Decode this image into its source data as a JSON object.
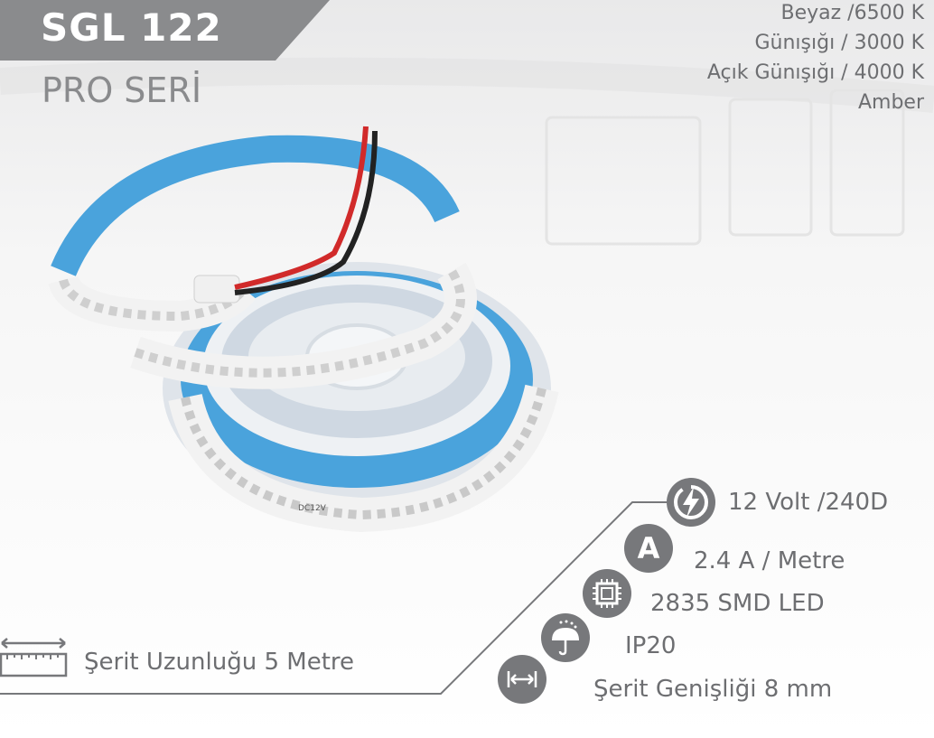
{
  "header": {
    "title": "SGL 122",
    "subtitle": "PRO SERİ"
  },
  "color_options": [
    "Beyaz /6500 K",
    "Günışığı  / 3000 K",
    "Açık Günışığı / 4000 K",
    "Amber"
  ],
  "specs": [
    {
      "icon": "lightning-icon",
      "label": "12 Volt /240D"
    },
    {
      "icon": "ampere-icon",
      "label": "2.4 A / Metre"
    },
    {
      "icon": "chip-icon",
      "label": "2835 SMD LED"
    },
    {
      "icon": "umbrella-rain-icon",
      "label": "IP20"
    },
    {
      "icon": "width-arrows-icon",
      "label": "Şerit Genişliği 8 mm"
    }
  ],
  "length": {
    "icon": "ruler-icon",
    "label": "Şerit Uzunluğu 5 Metre"
  },
  "product_image": {
    "strip_label": "DC12V"
  },
  "colors": {
    "banner": "#8a8b8d",
    "icon": "#77787b",
    "text": "#6d6e71",
    "reel_blue": "#4aa3dc"
  }
}
